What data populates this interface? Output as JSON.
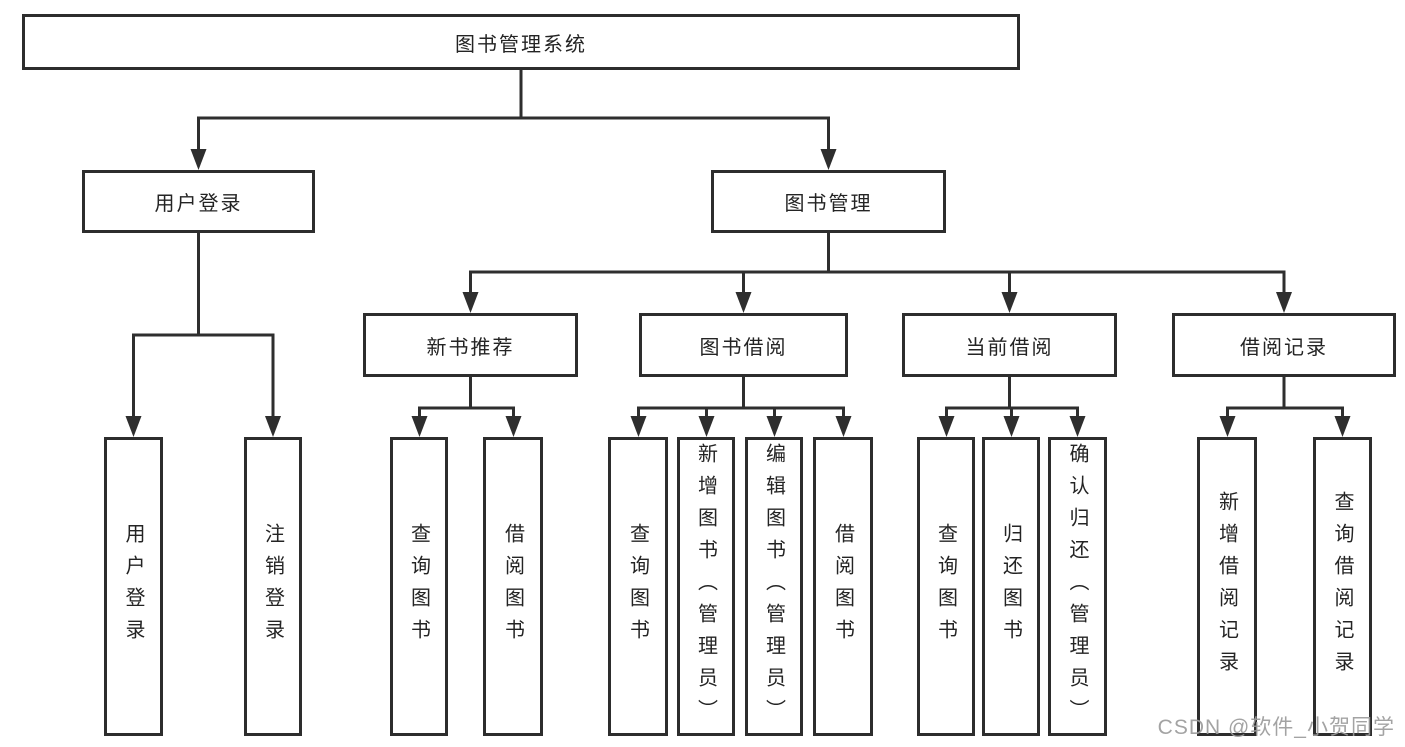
{
  "colors": {
    "line": "#2e2e2e",
    "box_border": "#2d2d2d",
    "text": "#242424",
    "background": "#ffffff",
    "watermark": "#9c9c9c"
  },
  "watermark": {
    "text": "CSDN @软件_小贺同学"
  },
  "tree": {
    "root": {
      "label": "图书管理系统"
    },
    "branches": [
      {
        "label": "用户登录",
        "children": [
          {
            "label": "用户登录"
          },
          {
            "label": "注销登录"
          }
        ]
      },
      {
        "label": "图书管理",
        "children": [
          {
            "label": "新书推荐",
            "children": [
              {
                "label": "查询图书"
              },
              {
                "label": "借阅图书"
              }
            ]
          },
          {
            "label": "图书借阅",
            "children": [
              {
                "label": "查询图书"
              },
              {
                "label": "新增图书（管理员）"
              },
              {
                "label": "编辑图书（管理员）"
              },
              {
                "label": "借阅图书"
              }
            ]
          },
          {
            "label": "当前借阅",
            "children": [
              {
                "label": "查询图书"
              },
              {
                "label": "归还图书"
              },
              {
                "label": "确认归还（管理员）"
              }
            ]
          },
          {
            "label": "借阅记录",
            "children": [
              {
                "label": "新增借阅记录"
              },
              {
                "label": "查询借阅记录"
              }
            ]
          }
        ]
      }
    ]
  }
}
